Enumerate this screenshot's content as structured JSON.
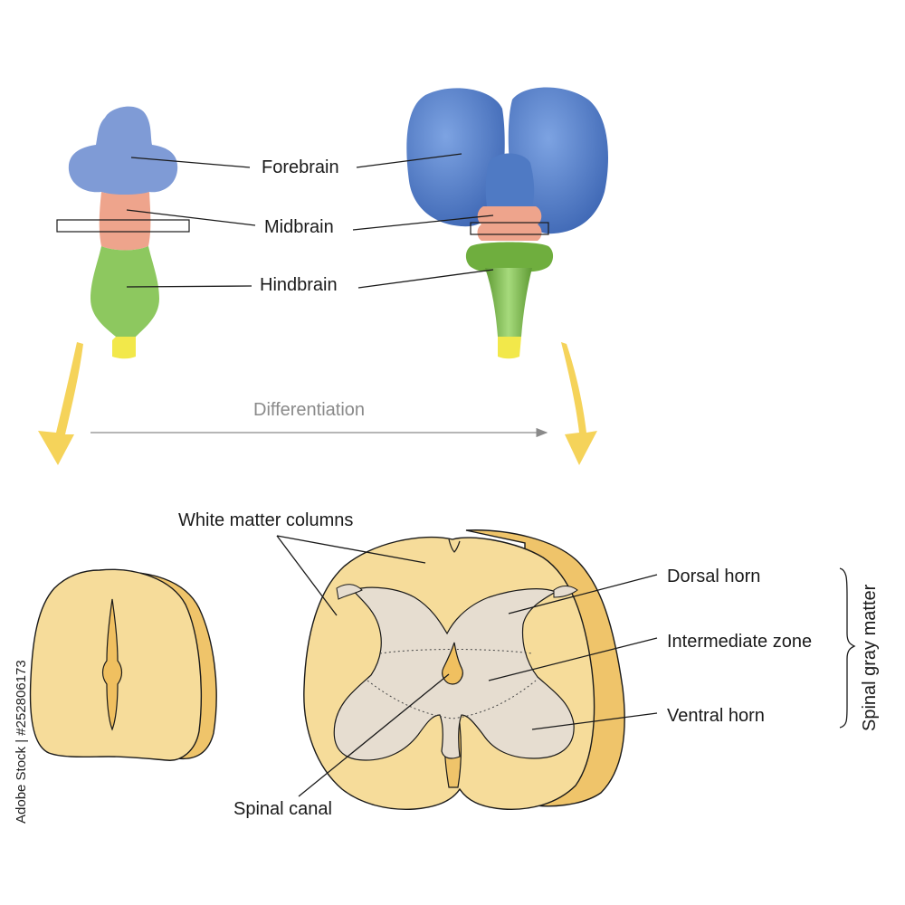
{
  "labels": {
    "forebrain": "Forebrain",
    "midbrain": "Midbrain",
    "hindbrain": "Hindbrain",
    "differentiation": "Differentiation",
    "white_matter_columns": "White matter columns",
    "dorsal_horn": "Dorsal horn",
    "intermediate_zone": "Intermediate zone",
    "ventral_horn": "Ventral horn",
    "spinal_canal": "Spinal canal",
    "spinal_gray_matter": "Spinal gray matter"
  },
  "watermark": {
    "stock_id": "Adobe Stock | #252806173"
  },
  "colors": {
    "forebrain": "#7f9bd6",
    "forebrain_mature": "#4f7ac4",
    "midbrain": "#eea48c",
    "hindbrain": "#8dc85f",
    "hindbrain_mature": "#6fae3e",
    "spinal_tip": "#f2e84a",
    "white_matter": "#f6dc9a",
    "white_matter_side": "#efc46a",
    "gray_matter": "#e6ddd0",
    "arrow_yellow": "#f5d35a",
    "differentiation_arrow": "#8a8a8a"
  }
}
